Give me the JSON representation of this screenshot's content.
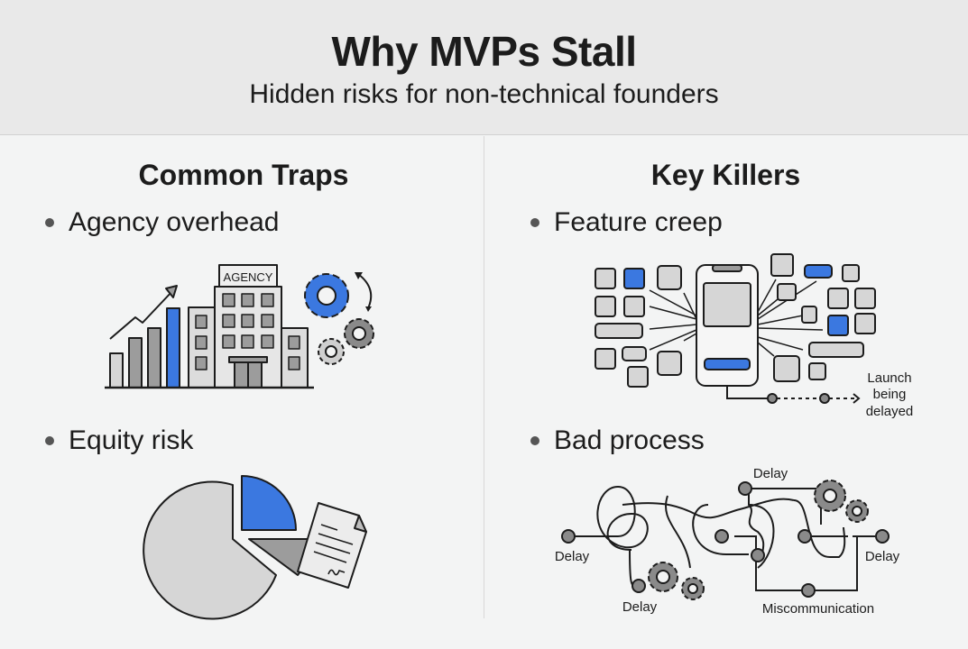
{
  "header": {
    "title": "Why MVPs Stall",
    "subtitle": "Hidden risks for non-technical founders"
  },
  "left_column": {
    "title": "Common Traps",
    "items": [
      {
        "label": "Agency overhead",
        "illustration": "agency-building-growth-chart-gears"
      },
      {
        "label": "Equity risk",
        "illustration": "pie-chart-contract-document"
      }
    ],
    "agency_sign": "AGENCY"
  },
  "right_column": {
    "title": "Key Killers",
    "items": [
      {
        "label": "Feature creep",
        "illustration": "phone-with-many-feature-icons"
      },
      {
        "label": "Bad process",
        "illustration": "tangled-process-flow"
      }
    ],
    "feature_creep_caption": [
      "Launch",
      "being",
      "delayed"
    ],
    "process_labels": {
      "top": "Delay",
      "left": "Delay",
      "bottom_left": "Delay",
      "right": "Delay",
      "bottom": "Miscommunication"
    }
  },
  "colors": {
    "accent_blue": "#3b78e0",
    "mid_gray": "#9a9a9a",
    "light_gray": "#d8d8d8",
    "header_bg": "#e9e9e9",
    "page_bg": "#f3f4f4"
  }
}
